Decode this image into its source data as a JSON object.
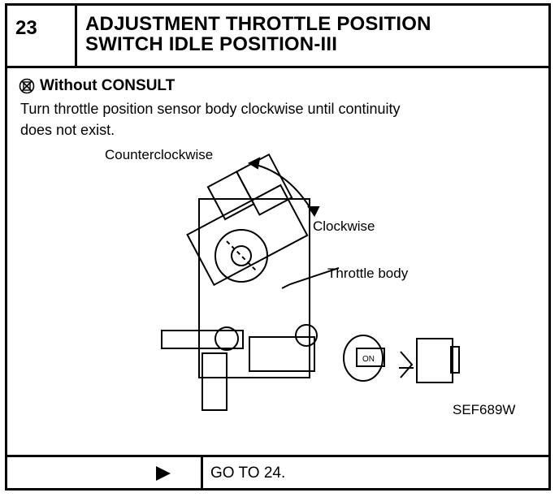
{
  "step": {
    "number": "23",
    "title_line1": "ADJUSTMENT THROTTLE POSITION",
    "title_line2": "SWITCH IDLE POSITION-III"
  },
  "method": {
    "icon": "no-consult-icon",
    "label": "Without CONSULT"
  },
  "instruction": {
    "line1": "Turn throttle position sensor body clockwise until continuity",
    "line2": "does not exist."
  },
  "diagram": {
    "label_counterclockwise": "Counterclockwise",
    "label_clockwise": "Clockwise",
    "label_throttle_body": "Throttle body",
    "key_text": "ON",
    "ref_code": "SEF689W"
  },
  "footer": {
    "arrow_icon": "right-arrow-icon",
    "action": "GO TO 24."
  }
}
